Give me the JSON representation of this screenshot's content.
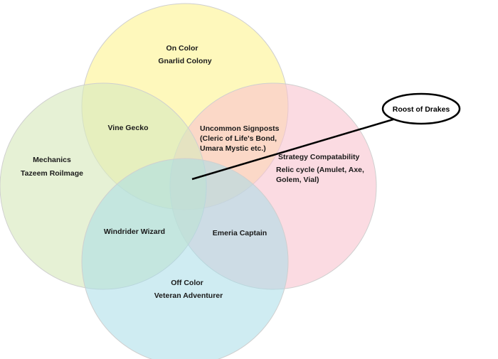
{
  "circles": {
    "top": {
      "color": "#fdf6a6"
    },
    "left": {
      "color": "#d8e9bf"
    },
    "right": {
      "color": "#f8c3cf"
    },
    "bottom": {
      "color": "#a8dde8"
    }
  },
  "labels": {
    "on_color_title": "On Color",
    "on_color_card": "Gnarlid Colony",
    "mechanics_title": "Mechanics",
    "mechanics_card": "Tazeem Roilmage",
    "strategy_title": "Strategy Compatability",
    "strategy_line1": "Relic cycle (Amulet, Axe,",
    "strategy_line2": "Golem, Vial)",
    "off_color_title": "Off Color",
    "off_color_card": "Veteran Adventurer",
    "vine_gecko": "Vine Gecko",
    "signposts_line1": "Uncommon Signposts",
    "signposts_line2": "(Cleric of Life's Bond,",
    "signposts_line3": "Umara Mystic etc.)",
    "windrider": "Windrider Wizard",
    "emeria": "Emeria Captain"
  },
  "callout": {
    "label": "Roost of Drakes"
  }
}
